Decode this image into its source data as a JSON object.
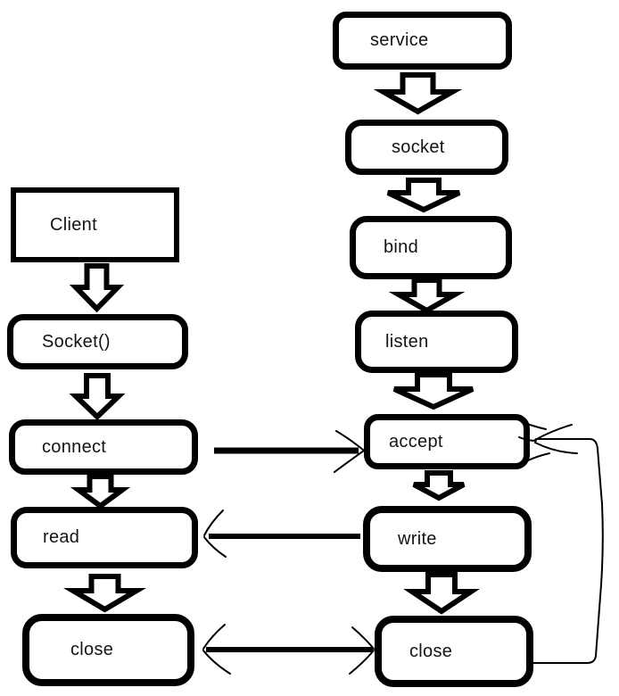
{
  "diagram": {
    "background_color": "#ffffff",
    "line_color": "#000000",
    "client_column": {
      "nodes": [
        {
          "id": "client",
          "label": "Client",
          "shape": "rectangle"
        },
        {
          "id": "socket",
          "label": "Socket()",
          "shape": "rounded-rectangle"
        },
        {
          "id": "connect",
          "label": "connect",
          "shape": "rounded-rectangle"
        },
        {
          "id": "read",
          "label": "read",
          "shape": "rounded-rectangle"
        },
        {
          "id": "close",
          "label": "close",
          "shape": "rounded-rectangle"
        }
      ]
    },
    "server_column": {
      "nodes": [
        {
          "id": "service",
          "label": "service",
          "shape": "rounded-rectangle"
        },
        {
          "id": "socket",
          "label": "socket",
          "shape": "rounded-rectangle"
        },
        {
          "id": "bind",
          "label": "bind",
          "shape": "rounded-rectangle"
        },
        {
          "id": "listen",
          "label": "listen",
          "shape": "rounded-rectangle"
        },
        {
          "id": "accept",
          "label": "accept",
          "shape": "rounded-rectangle"
        },
        {
          "id": "write",
          "label": "write",
          "shape": "rounded-rectangle"
        },
        {
          "id": "close",
          "label": "close",
          "shape": "rounded-rectangle"
        }
      ]
    },
    "edges": [
      {
        "from": "client",
        "to": "socket",
        "column": "client",
        "style": "hollow-block-arrow-down"
      },
      {
        "from": "socket",
        "to": "connect",
        "column": "client",
        "style": "hollow-block-arrow-down"
      },
      {
        "from": "connect",
        "to": "read",
        "column": "client",
        "style": "hollow-block-arrow-down"
      },
      {
        "from": "read",
        "to": "close",
        "column": "client",
        "style": "hollow-block-arrow-down"
      },
      {
        "from": "service",
        "to": "socket",
        "column": "server",
        "style": "hollow-block-arrow-down"
      },
      {
        "from": "socket",
        "to": "bind",
        "column": "server",
        "style": "hollow-block-arrow-down"
      },
      {
        "from": "bind",
        "to": "listen",
        "column": "server",
        "style": "hollow-block-arrow-down"
      },
      {
        "from": "listen",
        "to": "accept",
        "column": "server",
        "style": "hollow-block-arrow-down"
      },
      {
        "from": "accept",
        "to": "write",
        "column": "server",
        "style": "hollow-block-arrow-down"
      },
      {
        "from": "write",
        "to": "close",
        "column": "server",
        "style": "hollow-block-arrow-down"
      },
      {
        "from": "connect",
        "to": "accept",
        "style": "thick-line-arrow-right"
      },
      {
        "from": "write",
        "to": "read",
        "style": "thick-line-arrow-left"
      },
      {
        "from": "close (client)",
        "to": "close (server)",
        "style": "thick-line-arrow-both-ends"
      },
      {
        "from": "close (server)",
        "to": "accept",
        "style": "thin-feedback-loop-right-side"
      }
    ]
  }
}
